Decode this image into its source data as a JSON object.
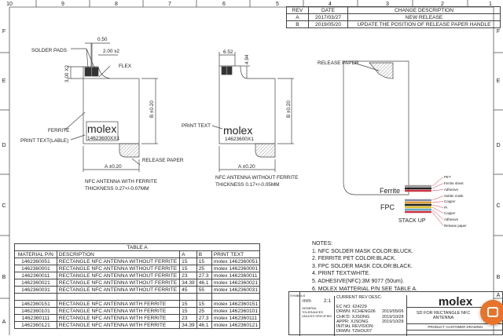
{
  "border": {
    "columns": [
      "10",
      "9",
      "8",
      "7",
      "6",
      "5",
      "4",
      "3",
      "2",
      "1"
    ],
    "rows": [
      "F",
      "E",
      "D",
      "C",
      "B",
      "A"
    ]
  },
  "revisions": {
    "headers": [
      "REV",
      "DATE",
      "CHANGE DESCRIPTION"
    ],
    "rows": [
      [
        "A",
        "2017/03/27",
        "NEW RELEASE"
      ],
      [
        "B",
        "2019/05/20",
        "UPDATE THE POSITION OF RELEASE PAPER HANDLE"
      ]
    ]
  },
  "view1": {
    "dim_pad_gap": "0.50",
    "dim_pad_width": "2.00 x2",
    "dim_pad_height": "3.00 X2",
    "solder_pads": "SOLDER PADS",
    "flex": "FLEX",
    "ferrite": "FERRITE",
    "print_text": "PRINT TEXT(LABLE)",
    "logo": "molex",
    "part": "14623600XX1",
    "dim_b": "B ±0.20",
    "dim_a": "A ±0.20",
    "release_paper": "RELEASE PAPER",
    "caption1": "NFC ANTENNA WITH FERRITE",
    "caption2": "THICKNESS 0.27+/-0.07MM"
  },
  "view2": {
    "dim_w": "6.52",
    "dim_h": "4.94",
    "print_text": "PRINT TEXT",
    "logo": "molex",
    "part": "14623600X1",
    "dim_b": "B ±0.20",
    "dim_a": "A ±0.20",
    "caption1": "NFC ANTENNA WITHOUT FERRITE",
    "caption2": "THICKNESS 0.17+/-0.05MM"
  },
  "view3": {
    "release_paper": "RELEASE PAPER"
  },
  "stackup": {
    "title": "STACK UP",
    "ferrite": "Ferrite",
    "fpc": "FPC",
    "layers": [
      "PET",
      "Ferrite sheet",
      "Adhesive",
      "Solder mask",
      "Copper",
      "PI",
      "Copper",
      "Adhesive",
      "Release paper"
    ]
  },
  "table_a": {
    "title": "TABLE A",
    "headers": [
      "MATERIAL P/N",
      "DESCRIPTION",
      "A",
      "B",
      "PRINT TEXT"
    ],
    "rows": [
      [
        "1462360051",
        "RECTANGLE NFC ANTENNA WITHOUT FERRITE",
        "15",
        "15",
        "molex 1462360051"
      ],
      [
        "1462360001",
        "RECTANGLE NFC ANTENNA WITHOUT FERRITE",
        "15",
        "25",
        "molex 1462360001"
      ],
      [
        "1462360011",
        "RECTANGLE NFC ANTENNA WITHOUT FERRITE",
        "23",
        "27.3",
        "molex 1462360011"
      ],
      [
        "1462360021",
        "RECTANGLE NFC ANTENNA WITHOUT FERRITE",
        "34.39",
        "46.1",
        "molex 1462360021"
      ],
      [
        "1462360031",
        "RECTANGLE NFC ANTENNA WITHOUT FERRITE",
        "45",
        "55",
        "molex 1462360031"
      ],
      [
        "",
        "",
        "",
        "",
        ""
      ],
      [
        "1462360151",
        "RECTANGLE NFC ANTENNA WITH FERRITE",
        "15",
        "15",
        "molex 1462360151"
      ],
      [
        "1462360101",
        "RECTANGLE NFC ANTENNA WITH FERRITE",
        "15",
        "25",
        "molex 1462360101"
      ],
      [
        "1462360111",
        "RECTANGLE NFC ANTENNA WITH FERRITE",
        "23",
        "27.3",
        "molex 1462360111"
      ],
      [
        "1462360121",
        "RECTANGLE NFC ANTENNA WITH FERRITE",
        "34.39",
        "46.1",
        "molex 1462360121"
      ]
    ]
  },
  "notes": {
    "title": "NOTES:",
    "items": [
      "1. NFC SOLDER MASK COLOR:BLUCK.",
      "2. FERRITE PET COLOR:BLACK.",
      "3. FPC SOLDER MASK COLOR:BLACK.",
      "4. PRINT TEXT:WHITE.",
      "5. ADHESIVE(NFC):3M 9077 (50um).",
      "6. MOLEX MATTERIAL P/N SEE TABLE A."
    ]
  },
  "title_block": {
    "symbols": "SYMBOLS",
    "units_value": "mm",
    "scale": "2:1",
    "tolerances": "GENERAL TOLERANCES UNLESS SPECIFIED",
    "current_rev": "CURRENT REV DESC:",
    "ec_no": "EC NO:  624229",
    "drwn": "DRWN:  KCHENG06",
    "drwn_date": "2019/05/06",
    "chkd": "CHK'D:  XJSONG",
    "chkd_date": "2019/10/28",
    "appr": "APPR:  XJSONG",
    "appr_date": "2019/10/28",
    "initial": "INITIAL REVISION:",
    "drwn2": "DRWN:  TZHOU07",
    "logo": "molex",
    "description": "SD FOR RECTANGLE NFC ANTENNA",
    "doc_type": "PRODUCT CUSTOMER DRAWING"
  },
  "colors": {
    "chat_button": "#e8742c",
    "pad": "#333333",
    "layer_colors": [
      "#999999",
      "#222222",
      "#cc3344",
      "#8888aa",
      "#e0a030",
      "#222222",
      "#e0c030",
      "#66aacc",
      "#cc3344"
    ]
  }
}
